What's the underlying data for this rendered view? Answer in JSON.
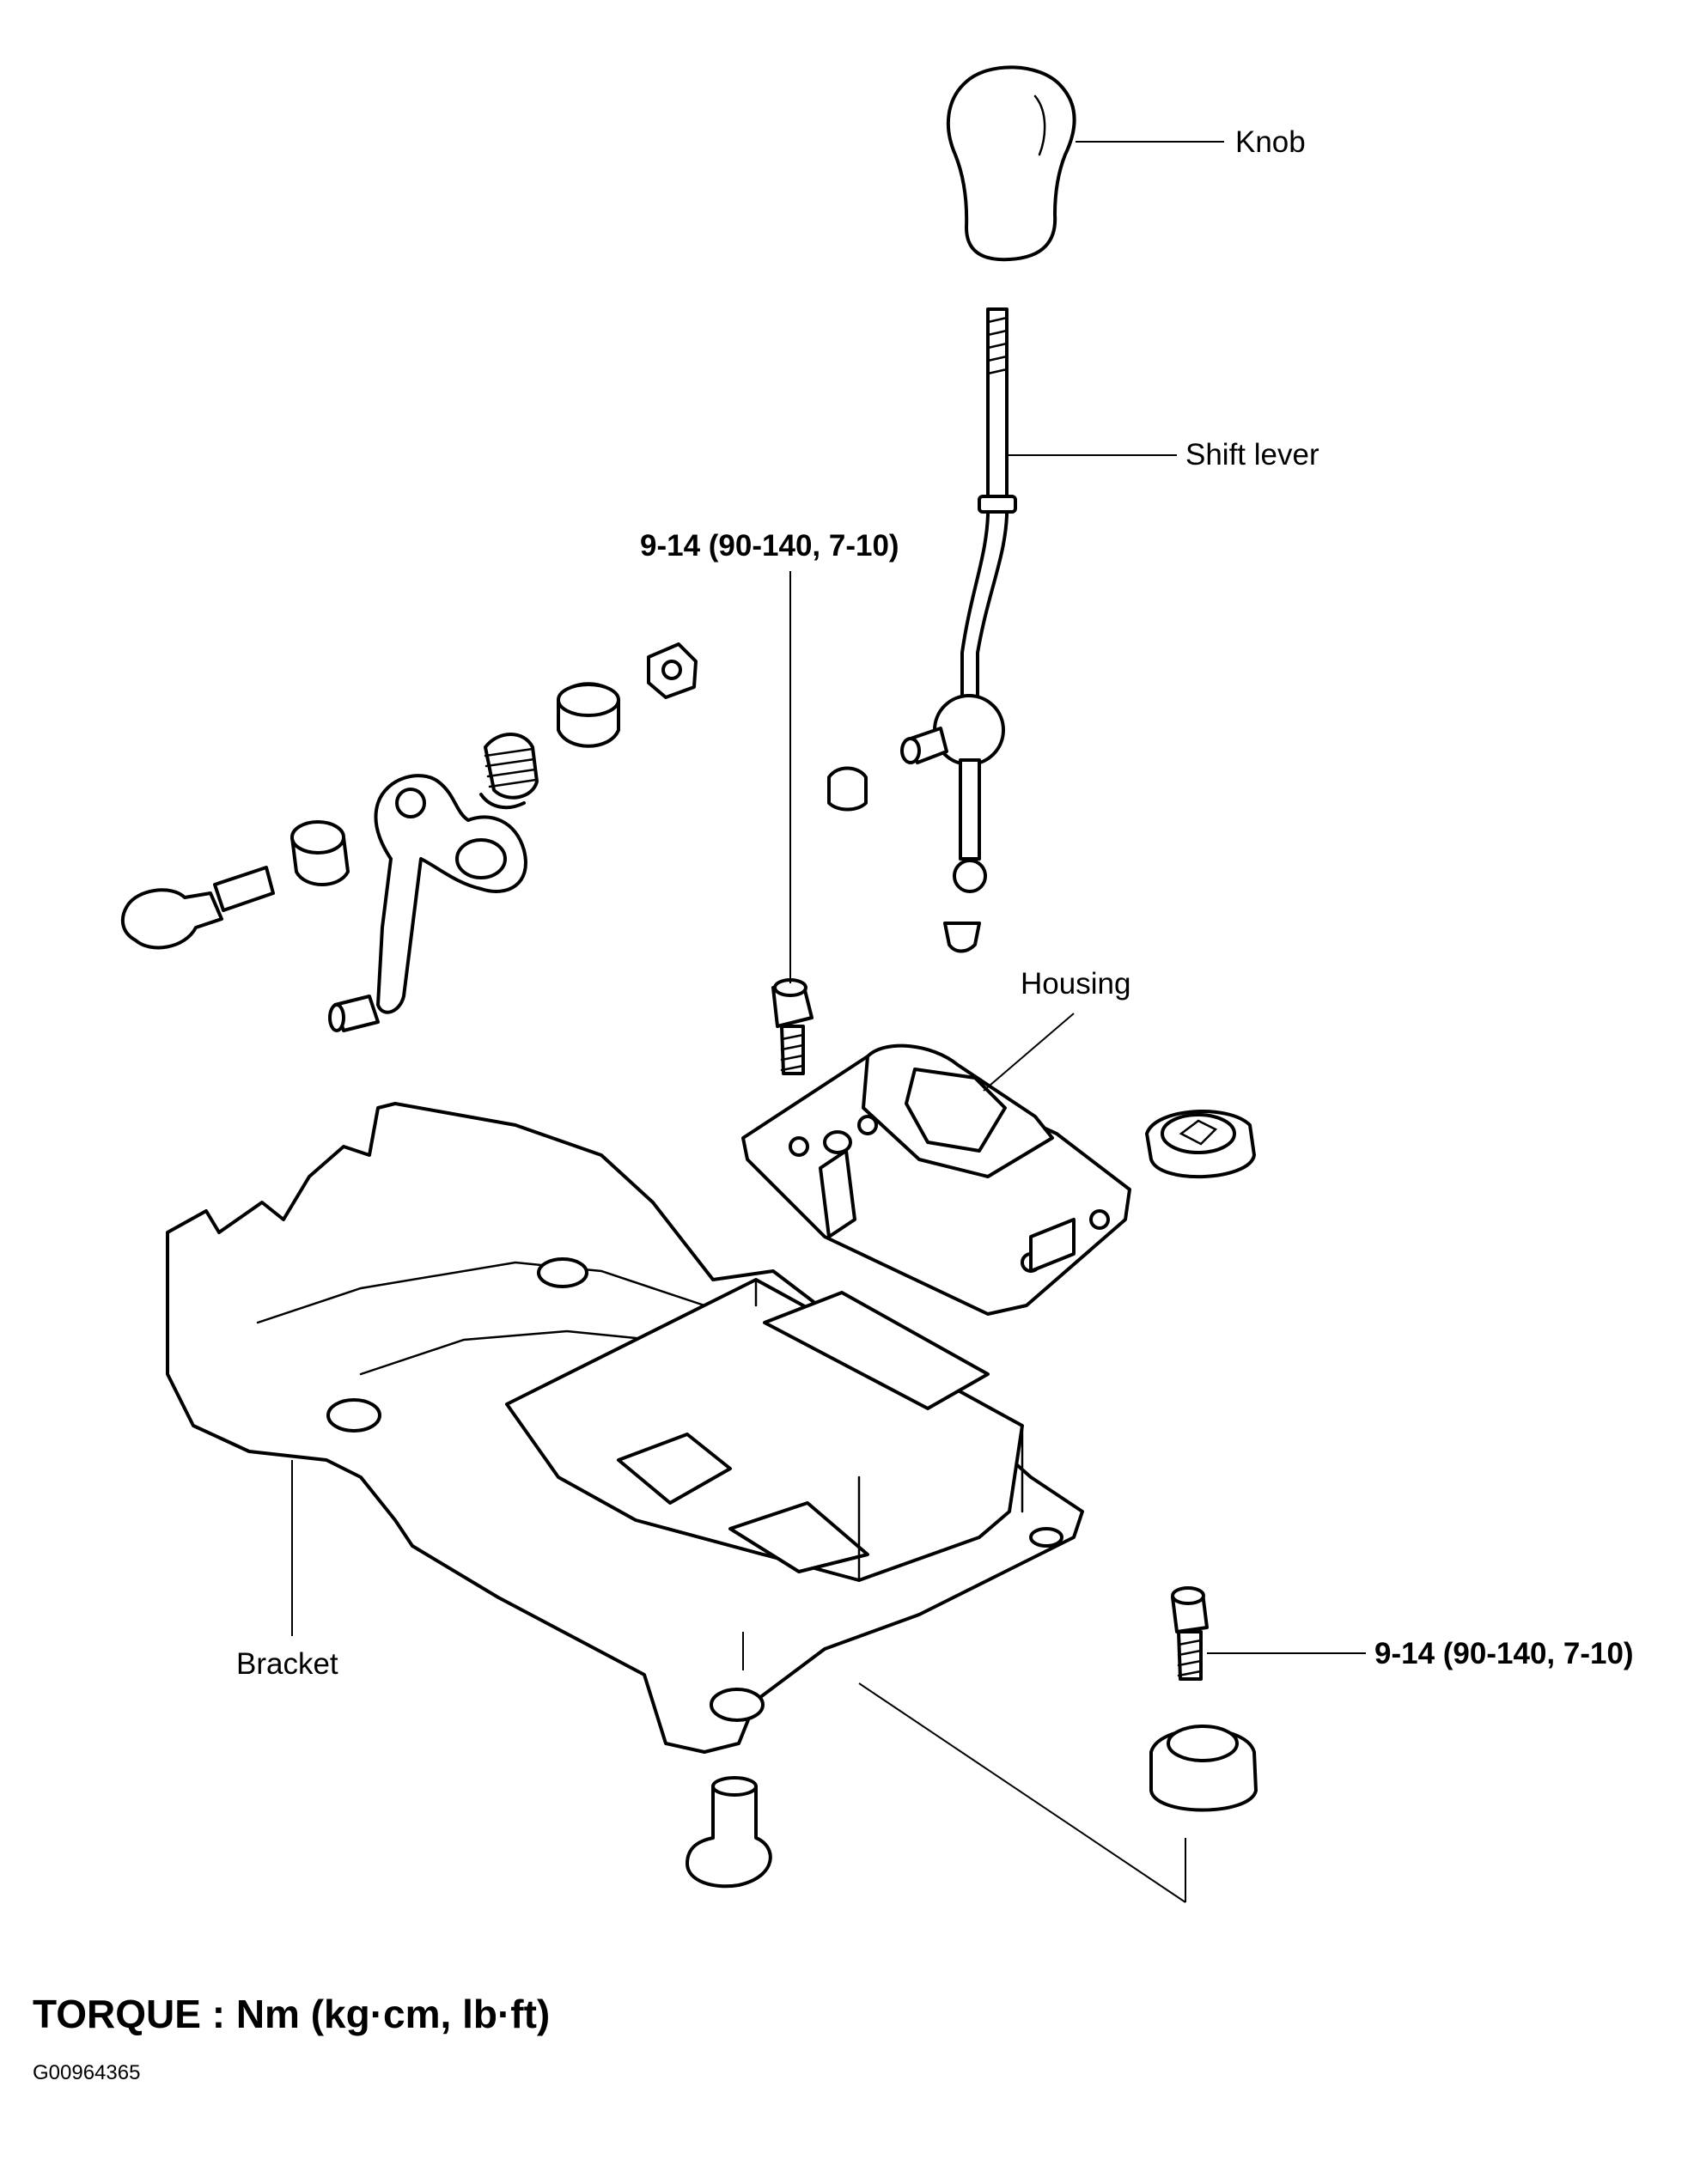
{
  "labels": {
    "knob": "Knob",
    "shift_lever": "Shift lever",
    "torque_top": "9-14 (90-140, 7-10)",
    "housing": "Housing",
    "bracket": "Bracket",
    "torque_right": "9-14 (90-140, 7-10)"
  },
  "footer": {
    "torque_unit": "TORQUE : Nm  (kg·cm, lb·ft)",
    "figure_id": "G00964365"
  }
}
